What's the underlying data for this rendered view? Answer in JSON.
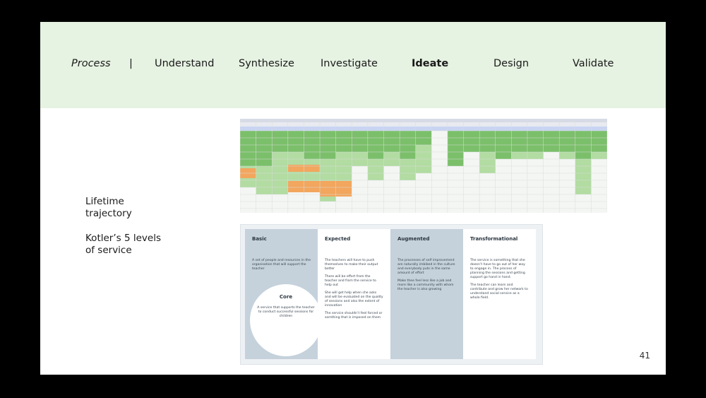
{
  "nav": {
    "process": "Process",
    "separator": "|",
    "steps": [
      "Understand",
      "Synthesize",
      "Investigate",
      "Ideate",
      "Design",
      "Validate"
    ],
    "active": "Ideate"
  },
  "labels": {
    "lifetime": [
      "Lifetime",
      "trajectory"
    ],
    "kotler": [
      "Kotler’s 5 levels",
      "of service"
    ]
  },
  "levels": [
    {
      "title": "Basic",
      "color": "#c5d1db",
      "paragraphs": [
        "A set of people and resources in the organisation that will support the teacher"
      ]
    },
    {
      "title": "Expected",
      "color": "#ffffff",
      "paragraphs": [
        "The teachers will have to push themselves to make their output better",
        "There will be effort from the teacher and from the service to help out",
        "She will get help when she asks and will be evaluated on the quality of sessions and also the extent of innovation",
        "The service shouldn’t feel forced or somthing that is imposed on them"
      ]
    },
    {
      "title": "Augmented",
      "color": "#c5d1db",
      "paragraphs": [
        "The processes of self improvement are naturally imbibed in the culture and everybody puts in the same amount of effort",
        "Make th​ee​ feel less like a job and more like a community with whom the teacher is also growing"
      ]
    },
    {
      "title": "Transformational",
      "color": "#ffffff",
      "paragraphs": [
        "The service is something that she doesn’t have to go out of her way to engage in. The process of planning the sessions and getting support go hand in hand.",
        "The teacher can learn and contribute and grow her network to understand social service as a whole field."
      ]
    }
  ],
  "core": {
    "title": "Core",
    "text": "A service that supports the teacher to conduct successful sessions for children"
  },
  "colors": {
    "header_bg": "#e6f2e2",
    "green_dark": "#7bbf6a",
    "green_light": "#b2dca2",
    "orange": "#f2a65e",
    "blue_header": "#c8d4f2"
  },
  "page_number": "41"
}
